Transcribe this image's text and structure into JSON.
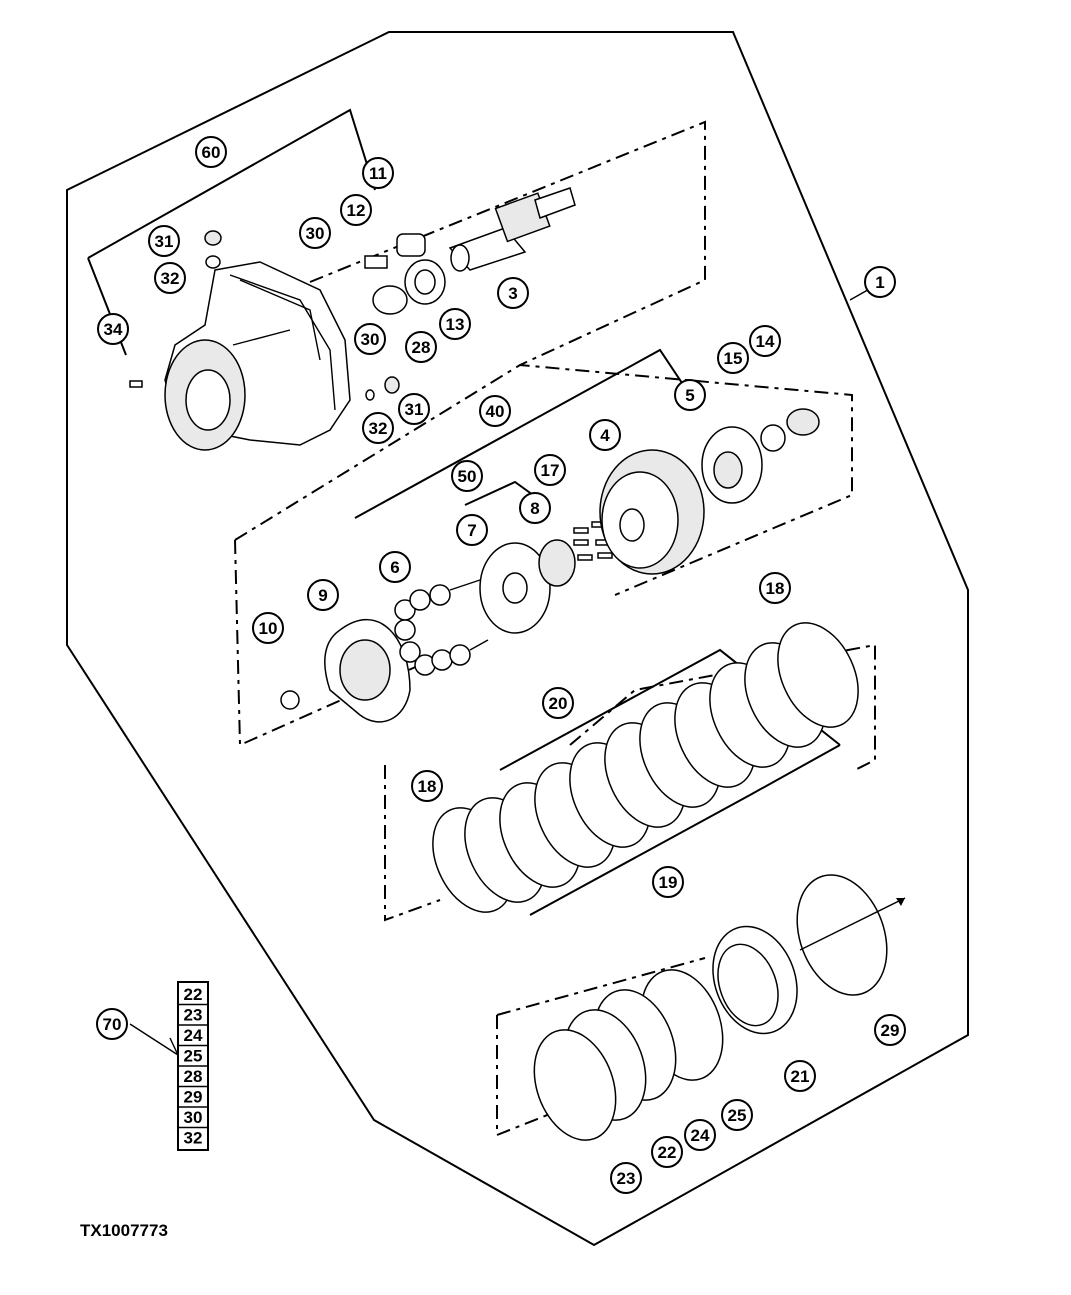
{
  "callouts": [
    "1",
    "3",
    "4",
    "5",
    "6",
    "7",
    "8",
    "9",
    "10",
    "11",
    "12",
    "13",
    "14",
    "15",
    "17",
    "18",
    "18",
    "19",
    "20",
    "21",
    "22",
    "23",
    "24",
    "25",
    "28",
    "29",
    "30",
    "30",
    "31",
    "31",
    "32",
    "32",
    "34",
    "40",
    "50",
    "60",
    "70"
  ],
  "kit_parts": [
    "22",
    "23",
    "24",
    "25",
    "28",
    "29",
    "30",
    "32"
  ],
  "figure_ref": "TX1007773"
}
